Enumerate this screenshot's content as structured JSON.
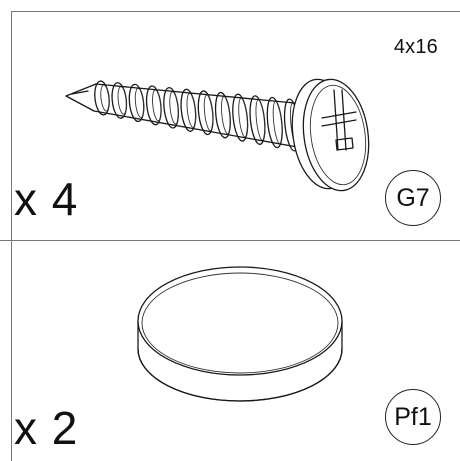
{
  "parts": [
    {
      "item": "screw",
      "icon": "screw-icon",
      "size": "4x16",
      "quantity": "x 4",
      "code": "G7"
    },
    {
      "item": "cap",
      "icon": "round-cap-icon",
      "quantity": "x 2",
      "code": "Pf1"
    }
  ],
  "colors": {
    "ink": "#1a1a1a",
    "divider": "#777777",
    "background": "#ffffff"
  }
}
